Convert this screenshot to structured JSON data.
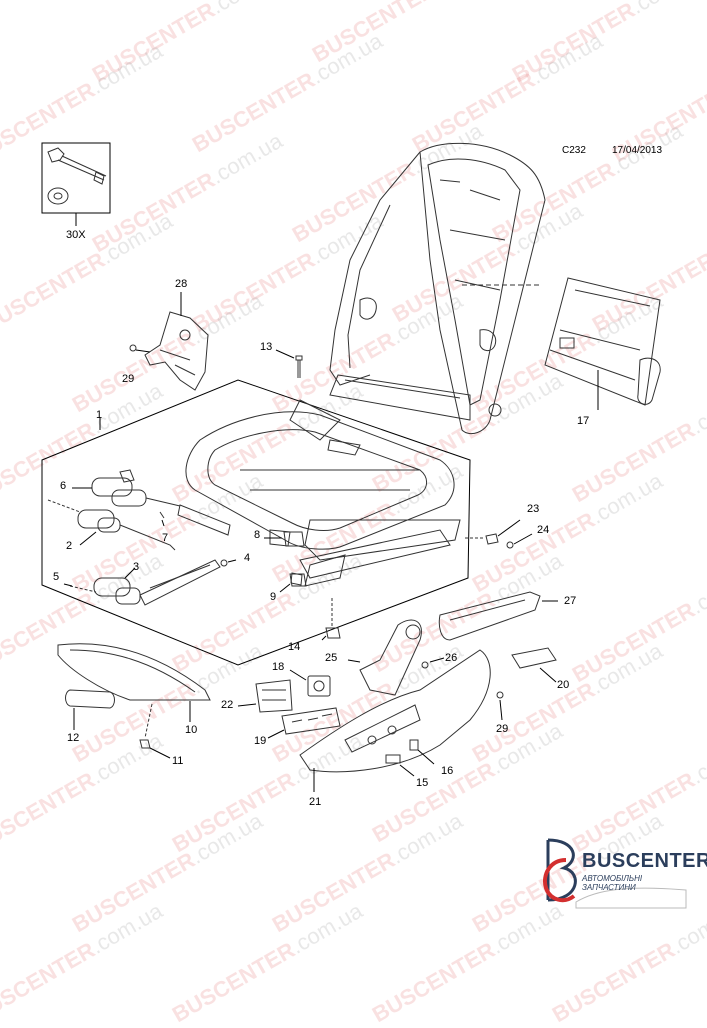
{
  "header": {
    "code": "C232",
    "date": "17/04/2013"
  },
  "kit_label": "30X",
  "watermark": {
    "text_red": "BUSCENTER",
    "text_grey": ".com.ua"
  },
  "logo": {
    "brand": "BUSCENTER",
    "tagline": "АВТОМОБІЛЬНІ ЗАПЧАСТИНИ"
  },
  "callouts": [
    "1",
    "2",
    "3",
    "4",
    "5",
    "6",
    "7",
    "8",
    "9",
    "10",
    "11",
    "12",
    "13",
    "14",
    "15",
    "16",
    "17",
    "18",
    "19",
    "20",
    "21",
    "22",
    "23",
    "24",
    "25",
    "26",
    "27",
    "28",
    "29",
    "29"
  ],
  "colors": {
    "line": "#333333",
    "watermark_red": "#dc4646",
    "logo_blue": "#2b3e5c",
    "logo_red": "#d32f2f"
  }
}
